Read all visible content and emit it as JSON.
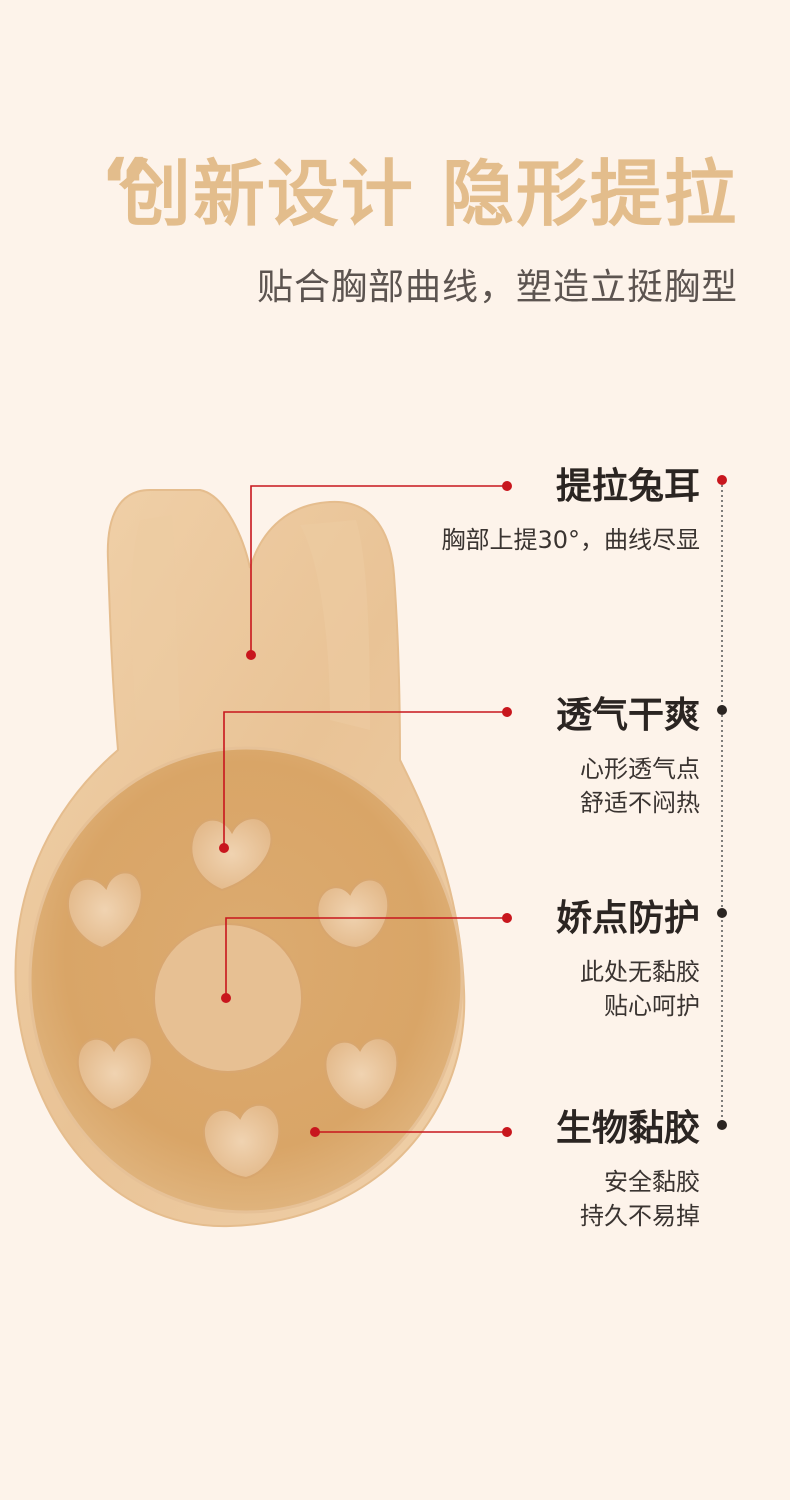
{
  "header": {
    "quote_mark": "“",
    "title": "创新设计 隐形提拉",
    "subtitle": "贴合胸部曲线，塑造立挺胸型"
  },
  "features": [
    {
      "title": "提拉兔耳",
      "desc": [
        "胸部上提30°，曲线尽显"
      ]
    },
    {
      "title": "透气干爽",
      "desc": [
        "心形透气点",
        "舒适不闷热"
      ]
    },
    {
      "title": "娇点防护",
      "desc": [
        "此处无黏胶",
        "贴心呵护"
      ]
    },
    {
      "title": "生物黏胶",
      "desc": [
        "安全黏胶",
        "持久不易掉"
      ]
    }
  ],
  "colors": {
    "background": "#fdf3ea",
    "accent": "#e3bd8c",
    "callout_red": "#c8161d",
    "text_dark": "#2b2522"
  }
}
